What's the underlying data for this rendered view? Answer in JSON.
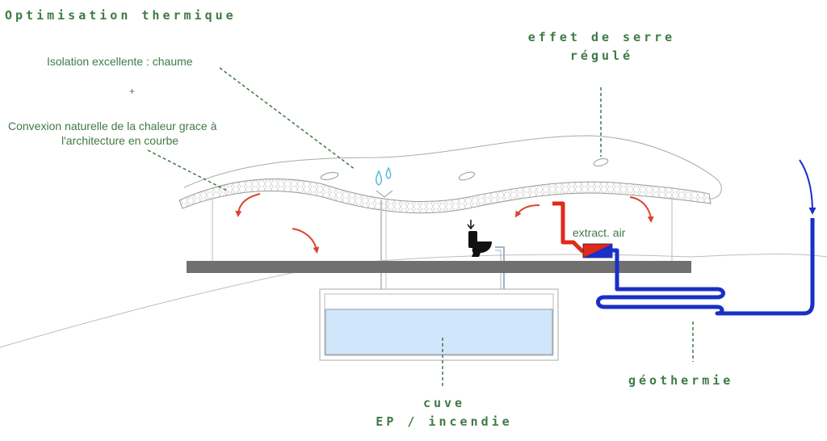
{
  "title": "Optimisation thermique",
  "notes": {
    "isolation": "Isolation excellente : chaume",
    "plus": "+",
    "convexion_line1": "Convexion naturelle de la chaleur grace  à",
    "convexion_line2": "l'architecture en courbe"
  },
  "serre": {
    "line1": "effet de serre",
    "line2": "régulé"
  },
  "extract": "extract. air",
  "geothermie": "géothermie",
  "cuve": {
    "line1": "cuve",
    "line2": "EP / incendie"
  },
  "colors": {
    "label_green": "#3f7a45",
    "heat_arrow": "#d9452e",
    "cold_pipe": "#1a2fc8",
    "hot_pipe": "#e02a1a",
    "water": "#cfe6fb",
    "slab": "#707070"
  },
  "icons": [
    "water-drop-icon",
    "toilet-icon",
    "down-arrow-icon",
    "heat-exchanger-icon"
  ]
}
